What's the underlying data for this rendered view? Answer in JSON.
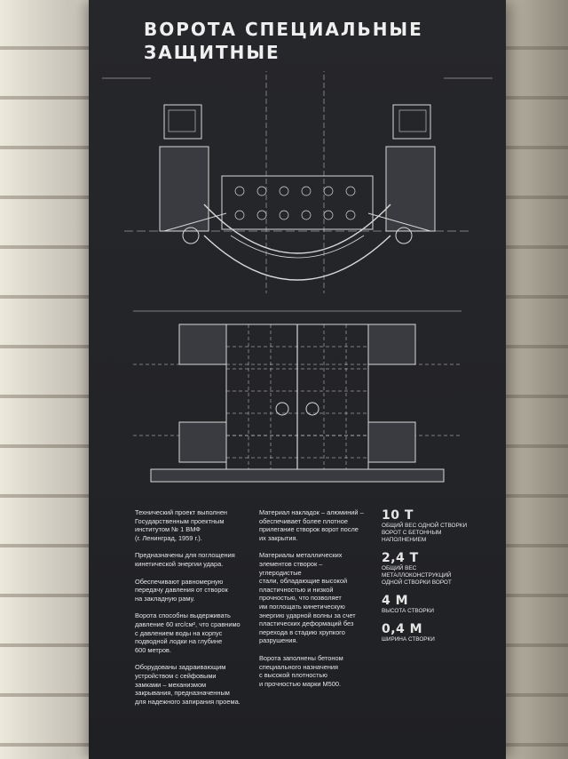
{
  "title": {
    "line1": "Ворота специальные",
    "line2": "защитные"
  },
  "column1": [
    "Технический проект выполнен\nГосударственным проектным\nинститутом № 1 ВМФ\n(г. Ленинград, 1959 г.).",
    "Предназначены для поглощения\nкинетической энергии удара.",
    "Обеспечивают равномерную\nпередачу давления от створок\nна закладную раму.",
    "Ворота способны выдерживать\nдавление 60 кгс/см², что сравнимо\nс давлением воды на корпус\nподводной лодки на глубине\n600 метров.",
    "Оборудованы задраивающим\nустройством с сейфовыми\nзамками – механизмом\nзакрывания, предназначенным\nдля надежного запирания проема."
  ],
  "column2": [
    "Материал накладок – алюминий –\nобеспечивает более плотное\nприлегание створок ворот после\nих закрытия.",
    "Материалы металлических\nэлементов створок – углеродистые\nстали, обладающие высокой\nпластичностью и низкой\nпрочностью, что позволяет\nим поглощать кинетическую\nэнергию ударной волны за счет\nпластических деформаций без\nперехода в стадию хрупкого\nразрушения.",
    "Ворота заполнены бетоном\nспециального назначения\nс высокой плотностью\nи прочностью марки М500."
  ],
  "stats": [
    {
      "value": "10 Т",
      "label": "общий вес одной створки\nворот с бетонным\nнаполнением"
    },
    {
      "value": "2,4 Т",
      "label": "общий вес\nметаллоконструкций\nодной створки ворот"
    },
    {
      "value": "4 М",
      "label": "высота створки"
    },
    {
      "value": "0,4 М",
      "label": "ширина створки"
    }
  ],
  "colors": {
    "panel": "#232428",
    "ink": "#e8e8e8",
    "wall": "#d9d4c8"
  }
}
